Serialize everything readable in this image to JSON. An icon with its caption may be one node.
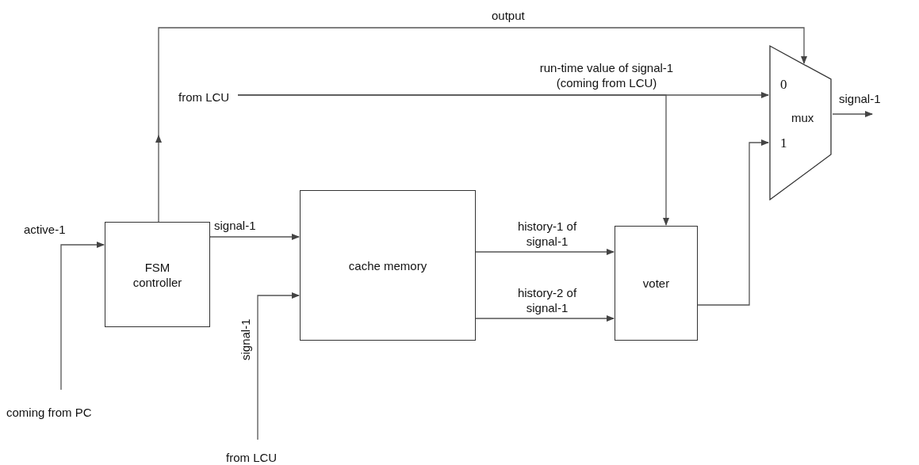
{
  "diagram": {
    "nodes": [
      {
        "text": [
          "FSM controller"
        ]
      },
      {
        "text": [
          "cache memory"
        ]
      },
      {
        "text": [
          "voter"
        ]
      },
      {
        "text": [
          "0",
          "mux",
          "1"
        ]
      },
      {
        "text": [
          "coming from PC"
        ]
      },
      {
        "text": [
          "from LCU"
        ]
      },
      {
        "text": [
          "from LCU"
        ]
      }
    ],
    "edges": [
      {
        "from": 4,
        "to": 0,
        "arrow": "to",
        "label": "active-1"
      },
      {
        "from": 0,
        "to": 1,
        "arrow": "to",
        "label": "signal-1"
      },
      {
        "from": 5,
        "to": 1,
        "arrow": "to",
        "label": "signal-1"
      },
      {
        "from": 6,
        "to": 3,
        "arrow": "to",
        "label": "run-time value of signal-1 (coming from LCU)"
      },
      {
        "from": 6,
        "to": 2,
        "arrow": "to"
      },
      {
        "from": 1,
        "to": 2,
        "arrow": "to",
        "label": "history-1 of signal-1"
      },
      {
        "from": 1,
        "to": 2,
        "arrow": "to",
        "label": "history-2 of signal-1"
      },
      {
        "from": 2,
        "to": 3,
        "arrow": "to"
      },
      {
        "from": 0,
        "to": 3,
        "arrow": "to",
        "label": "output"
      },
      {
        "from": 3,
        "to": null,
        "arrow": "to",
        "label": "signal-1"
      }
    ]
  }
}
